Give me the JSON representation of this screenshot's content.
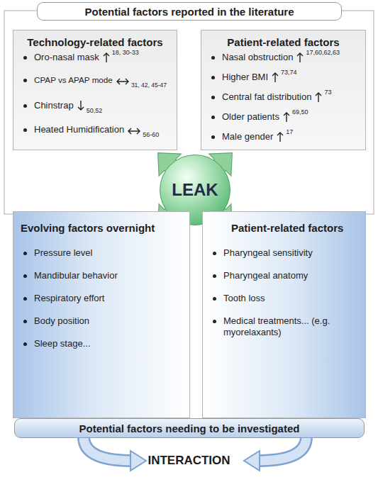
{
  "diagram": {
    "nodes": [
      {
        "text": [
          "Potential factors reported in the literature"
        ]
      },
      {
        "text": [
          "Technology-related factors",
          "Oro-nasal mask",
          "CPAP vs APAP mode",
          "Chinstrap",
          "Heated Humidification"
        ]
      },
      {
        "text": [
          "Patient-related factors",
          "Nasal obstruction",
          "Higher BMI",
          "Central fat distribution",
          "Older patients",
          "Male gender"
        ]
      },
      {
        "text": [
          "LEAK"
        ]
      },
      {
        "text": [
          "Evolving factors overnight",
          "Pressure level",
          "Mandibular behavior",
          "Respiratory effort",
          "Body position",
          "Sleep stage..."
        ]
      },
      {
        "text": [
          "Patient-related factors",
          "Pharyngeal sensitivity",
          "Pharyngeal anatomy",
          "Tooth loss",
          "Medical treatments... (e.g. myorelaxants)"
        ]
      },
      {
        "text": [
          "Potential factors needing to be investigated"
        ]
      }
    ],
    "labels": [
      "18, 30-33",
      "31, 42, 45-47",
      "50,52",
      "56-60",
      "17,60,62,63",
      "73,74",
      "73",
      "69,50",
      "17",
      "INTERACTION"
    ]
  }
}
